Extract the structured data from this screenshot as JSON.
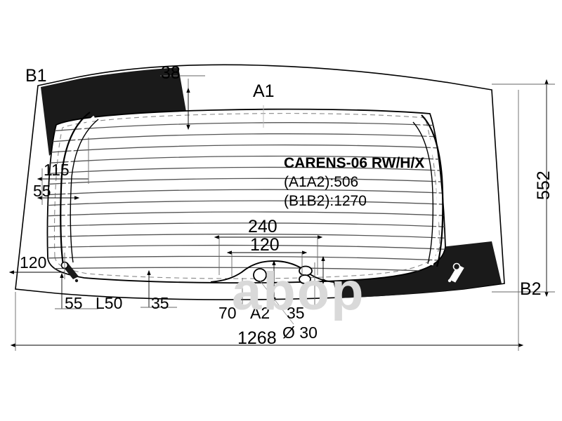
{
  "drawing": {
    "type": "technical-drawing",
    "subject": "rear-windshield-glass",
    "part_label": {
      "title": "CARENS-06 RW/H/X",
      "line_a": "(A1A2):506",
      "line_b": "(B1B2):1270"
    },
    "watermark": "аbор",
    "corner_labels": {
      "top_left": "B1",
      "bottom_right": "B2",
      "top_center": "A1",
      "bottom_center": "A2"
    },
    "dimensions": {
      "top_offset": "38",
      "left_upper": "115",
      "left_mid": "55",
      "left_lower": "120",
      "bottom_left_a": "55",
      "bottom_left_radius": "L50",
      "bottom_left_b": "35",
      "hump_outer": "240",
      "hump_inner": "120",
      "bottom_c": "70",
      "bottom_d": "35",
      "hole_diameter": "Ø 30",
      "overall_width": "1268",
      "overall_height": "552"
    },
    "colors": {
      "trim_black": "#1a1a1a",
      "line": "#000000",
      "thin_line": "#555555",
      "watermark": "#d9d9d9"
    }
  }
}
